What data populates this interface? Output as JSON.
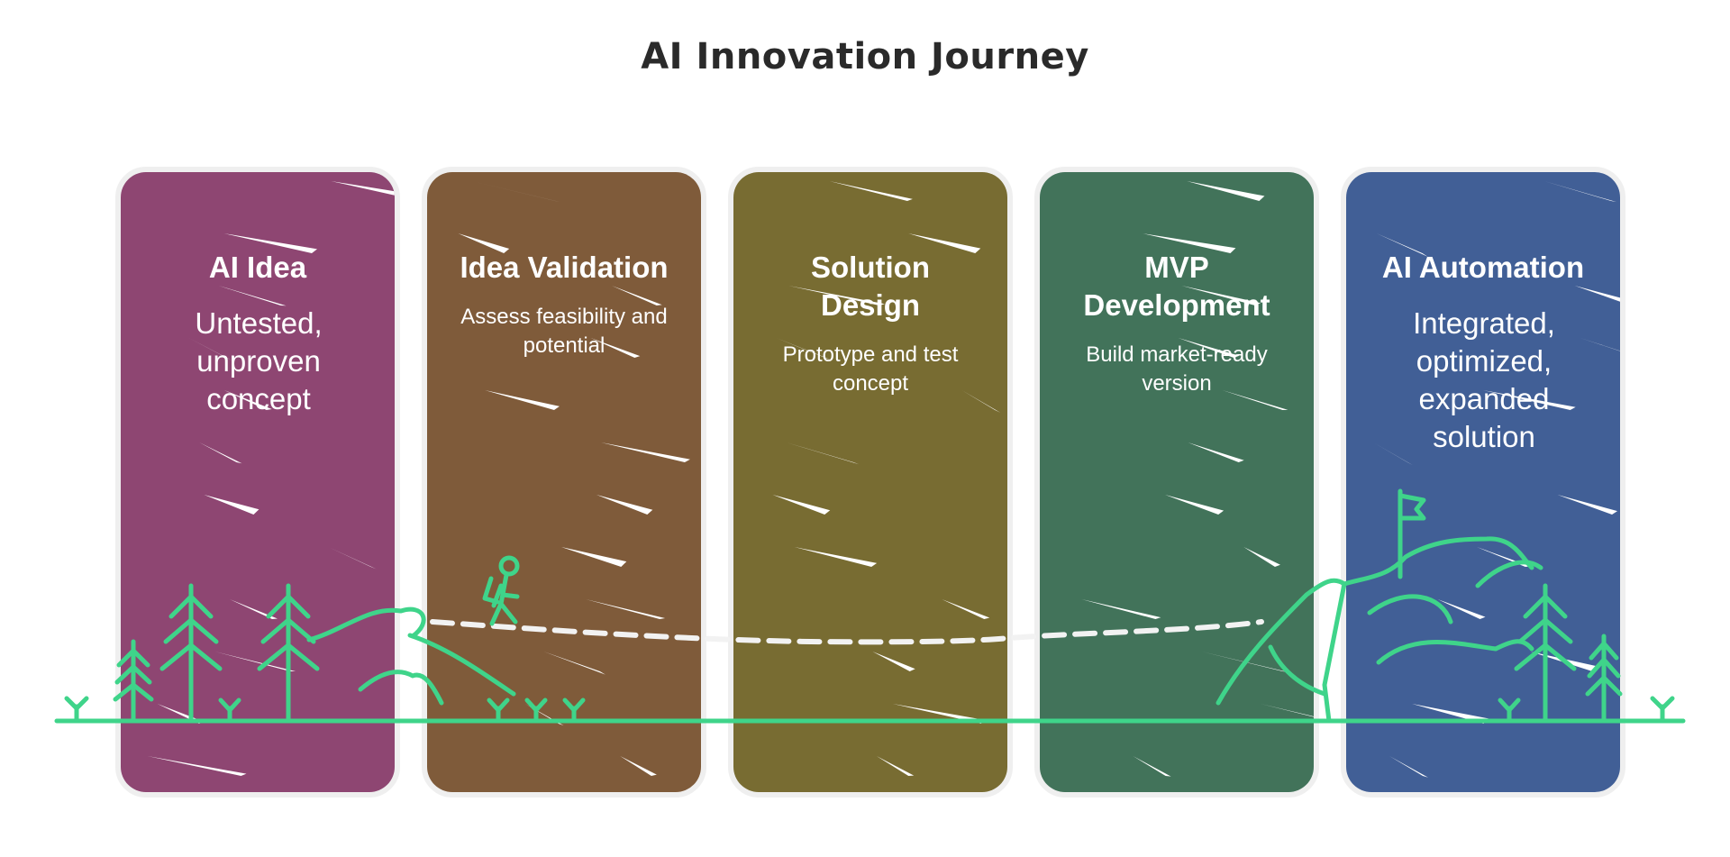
{
  "title": "AI Innovation Journey",
  "stages": [
    {
      "heading": "AI Idea",
      "description": "Untested, unproven concept",
      "color": "#8e4672"
    },
    {
      "heading": "Idea Validation",
      "description": "Assess feasibility and potential",
      "color": "#7f5b3a"
    },
    {
      "heading": "Solution Design",
      "description": "Prototype and test concept",
      "color": "#786c32"
    },
    {
      "heading": "MVP Development",
      "description": "Build market-ready version",
      "color": "#42735a"
    },
    {
      "heading": "AI Automation",
      "description": "Integrated, optimized, expanded solution",
      "color": "#415f96"
    }
  ],
  "colors": {
    "illustration": "#3fd48a",
    "path_dash": "#f2f2f2",
    "card_border": "#efefef",
    "title": "#2a2a2a"
  }
}
